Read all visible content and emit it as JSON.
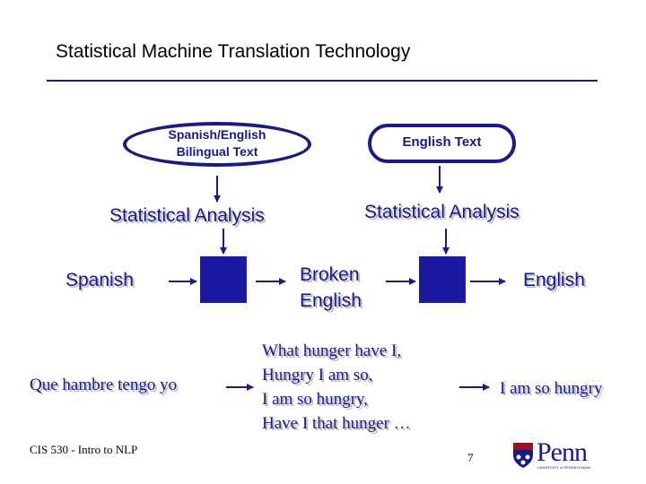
{
  "title": "Statistical Machine Translation Technology",
  "bilingual_text": "Spanish/English\nBilingual Text",
  "english_text": "English Text",
  "stat_analysis_left": "Statistical Analysis",
  "stat_analysis_right": "Statistical Analysis",
  "spanish": "Spanish",
  "broken_english": "Broken\nEnglish",
  "english": "English",
  "example_spanish": "Que hambre tengo yo",
  "candidates": [
    "What hunger have I,",
    "Hungry I am so,",
    "I am so hungry,",
    "Have I that hunger …"
  ],
  "example_english": "I am so hungry",
  "footer": "CIS 530 - Intro to NLP",
  "page_number": "7",
  "logo": "Penn",
  "logo_sub": "UNIVERSITY of PENNSYLVANIA",
  "colors": {
    "accent": "#1a1a80",
    "square": "#1a1aa0",
    "logo": "#1a1a80"
  }
}
